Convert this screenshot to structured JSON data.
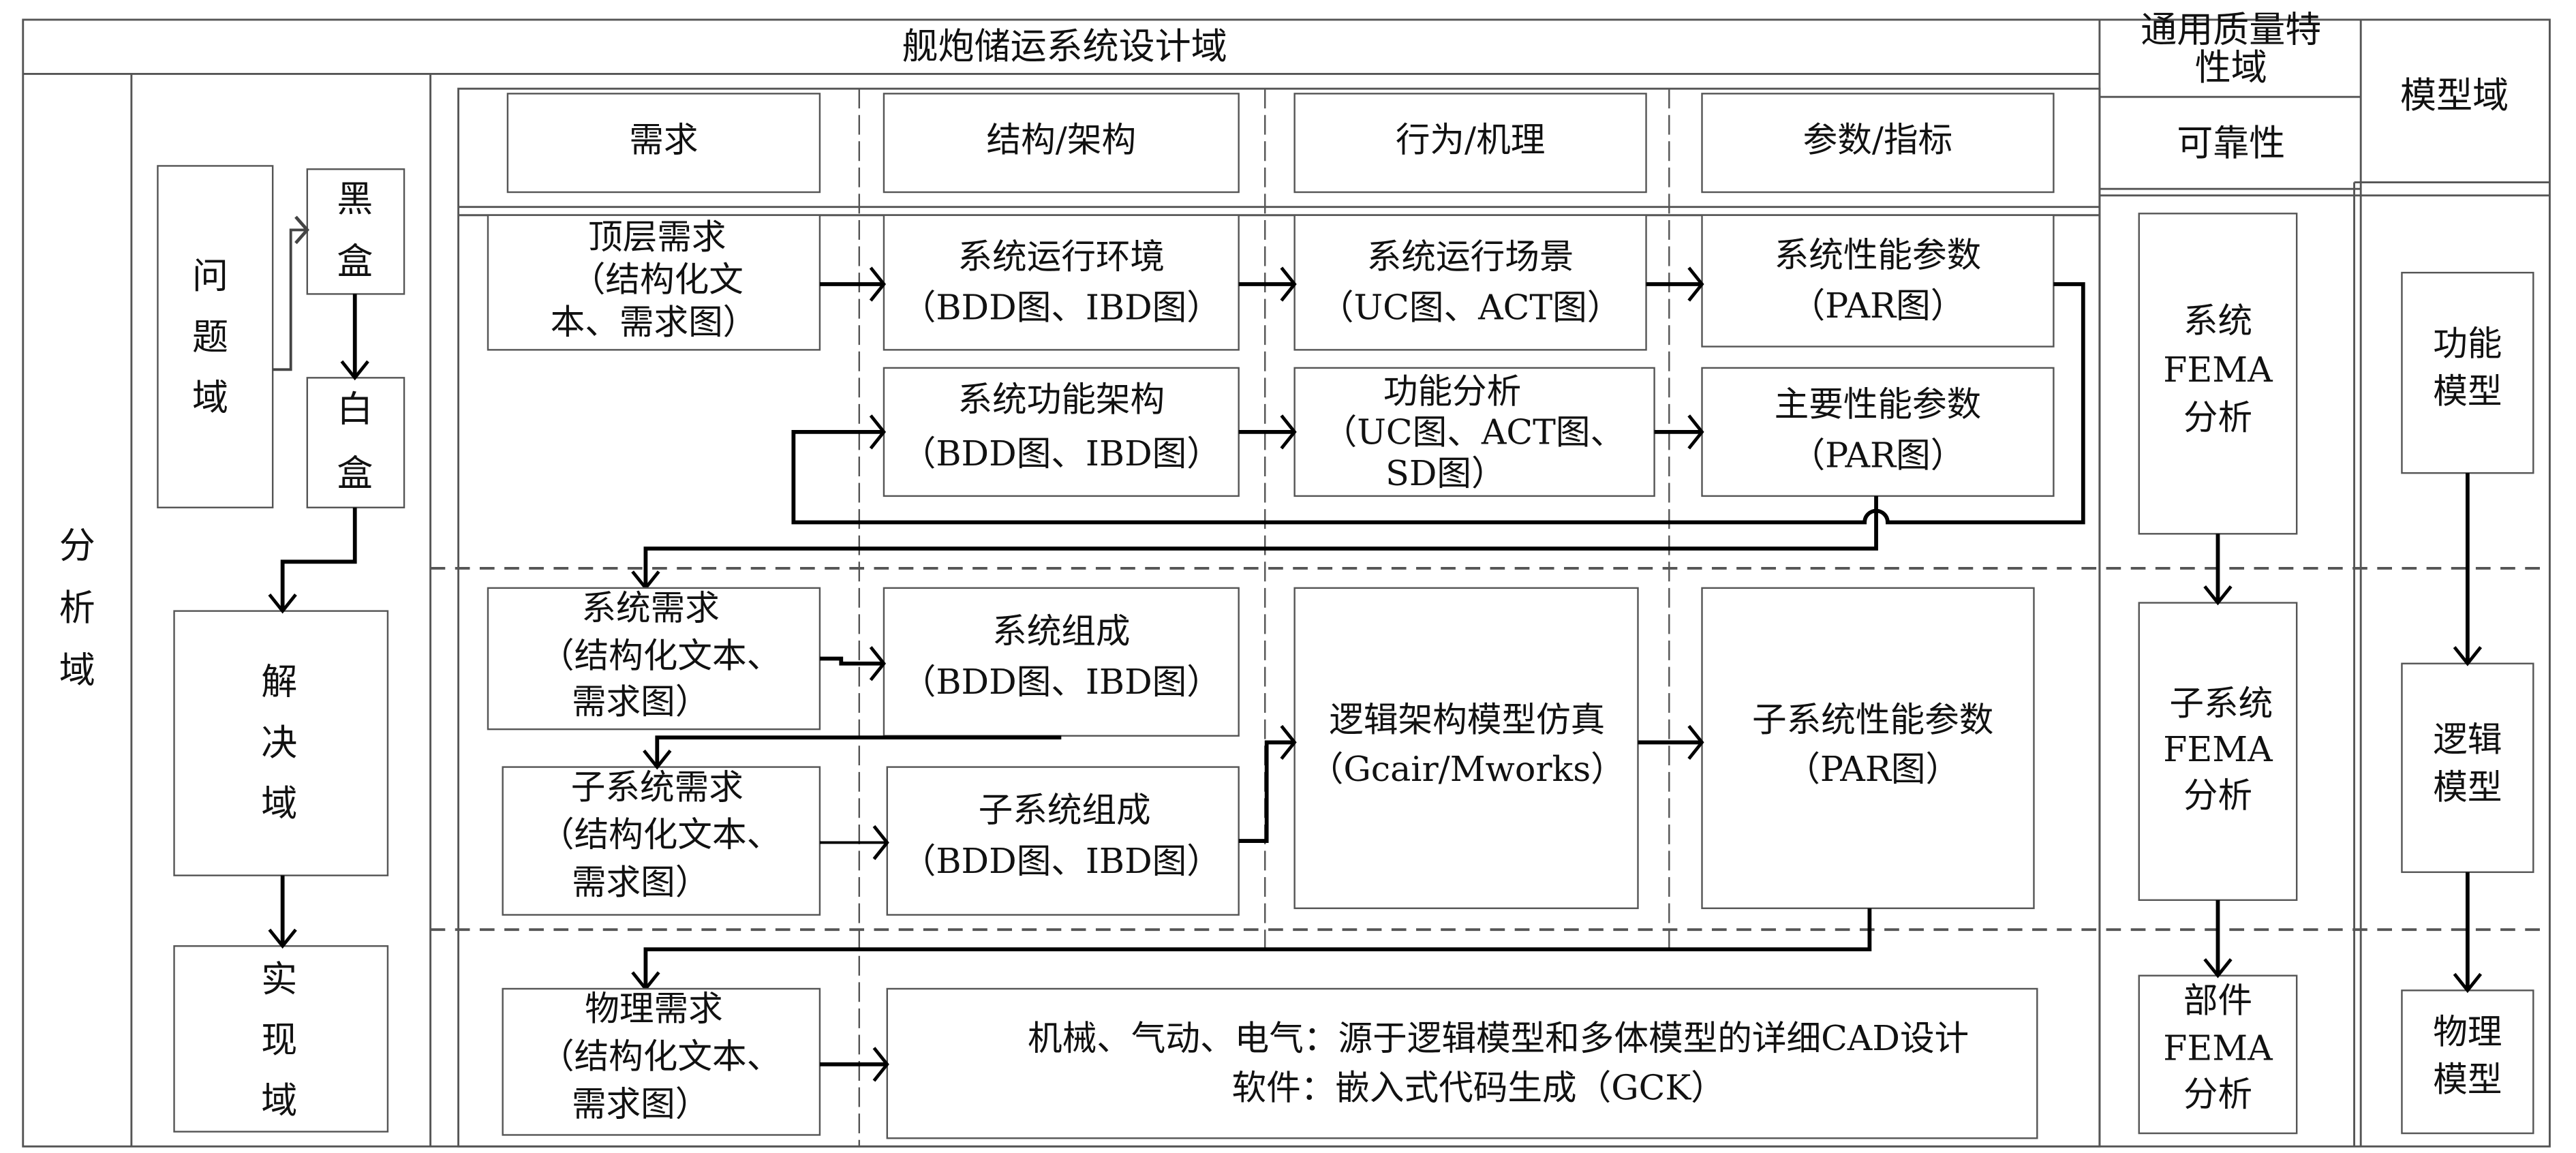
{
  "header": {
    "main_domain": "舰炮储运系统设计域",
    "quality_domain_lines": [
      "通用质量特",
      "性域"
    ],
    "reliability": "可靠性",
    "model_domain": "模型域"
  },
  "side": {
    "analysis_domain": [
      "分",
      "析",
      "域"
    ],
    "problem_domain": [
      "问",
      "题",
      "域"
    ],
    "black_box": [
      "黑",
      "盒"
    ],
    "white_box": [
      "白",
      "盒"
    ],
    "solution_domain": [
      "解",
      "决",
      "域"
    ],
    "implementation_domain": [
      "实",
      "现",
      "域"
    ]
  },
  "columns": [
    "需求",
    "结构/架构",
    "行为/机理",
    "参数/指标"
  ],
  "problem_rows": {
    "top_requirement": [
      "顶层需求",
      "（结构化文",
      "本、需求图）"
    ],
    "operating_environment": [
      "系统运行环境",
      "（BDD图、IBD图）"
    ],
    "operating_scenario": [
      "系统运行场景",
      "（UC图、ACT图）"
    ],
    "performance_params": [
      "系统性能参数",
      "（PAR图）"
    ],
    "functional_architecture": [
      "系统功能架构",
      "（BDD图、IBD图）"
    ],
    "functional_analysis": [
      "功能分析",
      "（UC图、ACT图、",
      "SD图）"
    ],
    "main_performance_params": [
      "主要性能参数",
      "（PAR图）"
    ]
  },
  "solution_rows": {
    "system_requirement": [
      "系统需求",
      "（结构化文本、",
      "需求图）"
    ],
    "system_composition": [
      "系统组成",
      "（BDD图、IBD图）"
    ],
    "subsystem_requirement": [
      "子系统需求",
      "（结构化文本、",
      "需求图）"
    ],
    "subsystem_composition": [
      "子系统组成",
      "（BDD图、IBD图）"
    ],
    "logic_simulation": [
      "逻辑架构模型仿真",
      "（Gcair/Mworks）"
    ],
    "subsystem_performance": [
      "子系统性能参数",
      "（PAR图）"
    ]
  },
  "implementation_rows": {
    "physical_requirement": [
      "物理需求",
      "（结构化文本、",
      "需求图）"
    ],
    "detailed_design": [
      "机械、气动、电气：源于逻辑模型和多体模型的详细CAD设计",
      "软件：嵌入式代码生成（GCK）"
    ]
  },
  "fema": {
    "system": [
      "系统",
      "FEMA",
      "分析"
    ],
    "subsystem": [
      "子系统",
      "FEMA",
      "分析"
    ],
    "component": [
      "部件",
      "FEMA",
      "分析"
    ]
  },
  "models": {
    "functional": [
      "功能",
      "模型"
    ],
    "logical": [
      "逻辑",
      "模型"
    ],
    "physical": [
      "物理",
      "模型"
    ]
  }
}
